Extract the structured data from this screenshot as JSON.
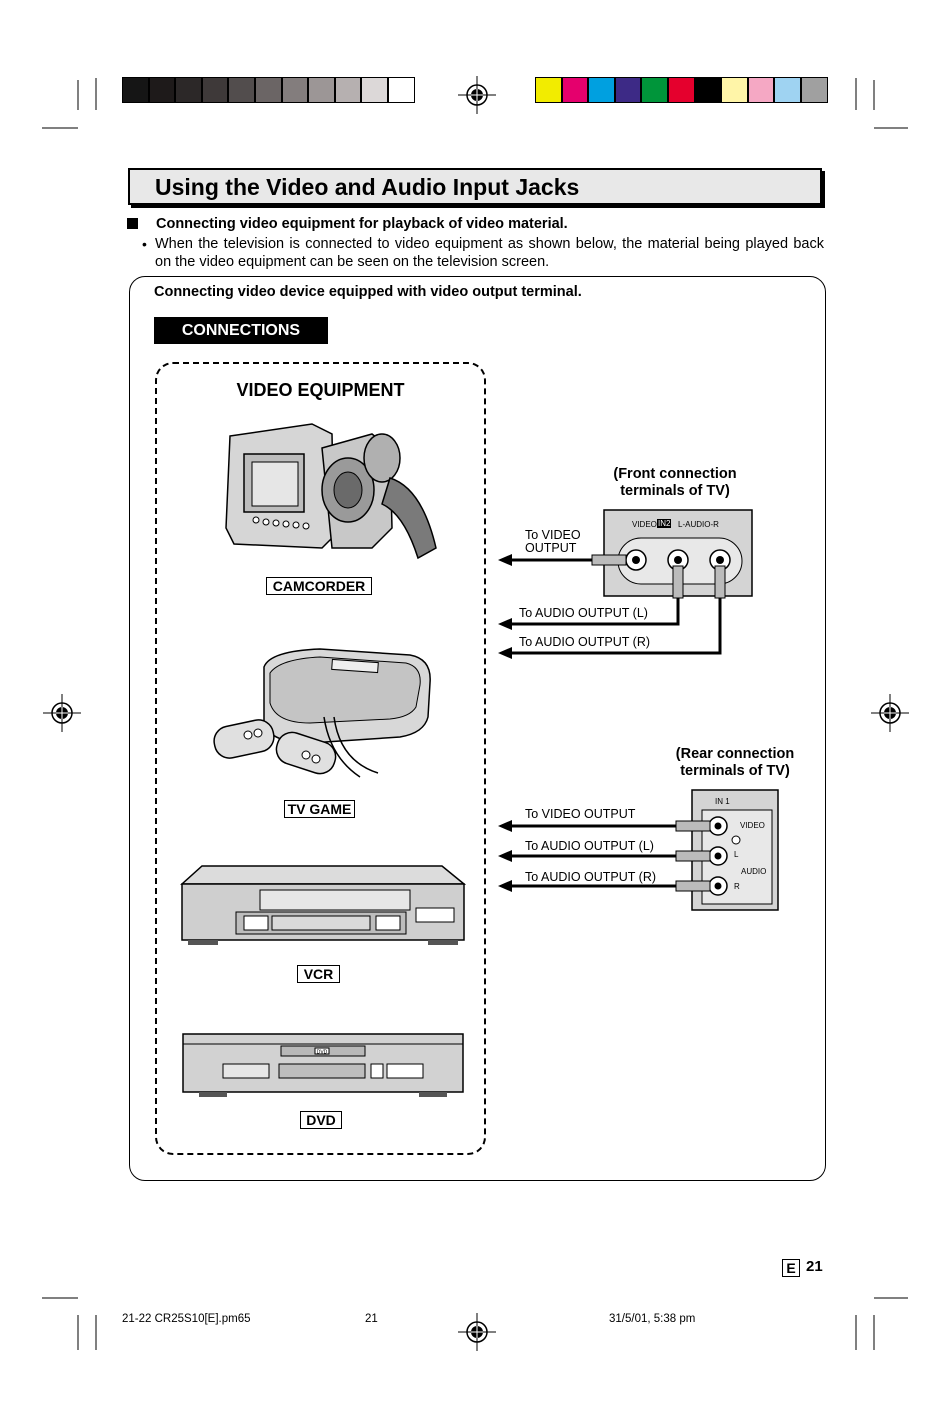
{
  "colors": {
    "gray_swatches": [
      "#151515",
      "#1e1a1a",
      "#2c2828",
      "#3e3939",
      "#524d4d",
      "#6b6565",
      "#837d7d",
      "#9c9696",
      "#b6b0b0",
      "#dcd8d8",
      "#ffffff"
    ],
    "color_swatches": [
      "#f2ec00",
      "#e5006d",
      "#00a0e0",
      "#3d2a86",
      "#00953a",
      "#e5002d",
      "#000000",
      "#fff5a8",
      "#f5a8c4",
      "#9fd3f2",
      "#a0a0a0"
    ]
  },
  "page": {
    "title": "Using the Video and Audio Input Jacks",
    "heading": "Connecting video equipment for playback of video material.",
    "bullet": "•",
    "paragraph": "When the television is connected to video equipment as shown below, the material being played back on the video equipment can be seen on the television screen.",
    "subheading": "Connecting video device equipped with video output terminal.",
    "connections_label": "CONNECTIONS"
  },
  "equipment": {
    "title": "VIDEO EQUIPMENT",
    "camcorder": "CAMCORDER",
    "tv_game": "TV GAME",
    "vcr": "VCR",
    "dvd": "DVD",
    "dvd_slot_text": "DVD"
  },
  "front": {
    "title_line1": "(Front connection",
    "title_line2": "terminals of TV)",
    "panel_video": "VIDEO",
    "panel_in": "IN2",
    "panel_audio": "L-AUDIO-R",
    "to_video_line1": "To VIDEO",
    "to_video_line2": "OUTPUT",
    "to_audio_l": "To AUDIO OUTPUT (L)",
    "to_audio_r": "To AUDIO OUTPUT (R)"
  },
  "rear": {
    "title_line1": "(Rear connection",
    "title_line2": "terminals of TV)",
    "panel_in": "IN 1",
    "panel_video": "VIDEO",
    "panel_l": "L",
    "panel_audio": "AUDIO",
    "panel_r": "R",
    "to_video": "To VIDEO OUTPUT",
    "to_audio_l": "To AUDIO OUTPUT (L)",
    "to_audio_r": "To AUDIO OUTPUT (R)"
  },
  "footer": {
    "page_tag": "E",
    "page_number": "21",
    "file": "21-22 CR25S10[E].pm65",
    "sheet": "21",
    "date": "31/5/01, 5:38 pm"
  }
}
